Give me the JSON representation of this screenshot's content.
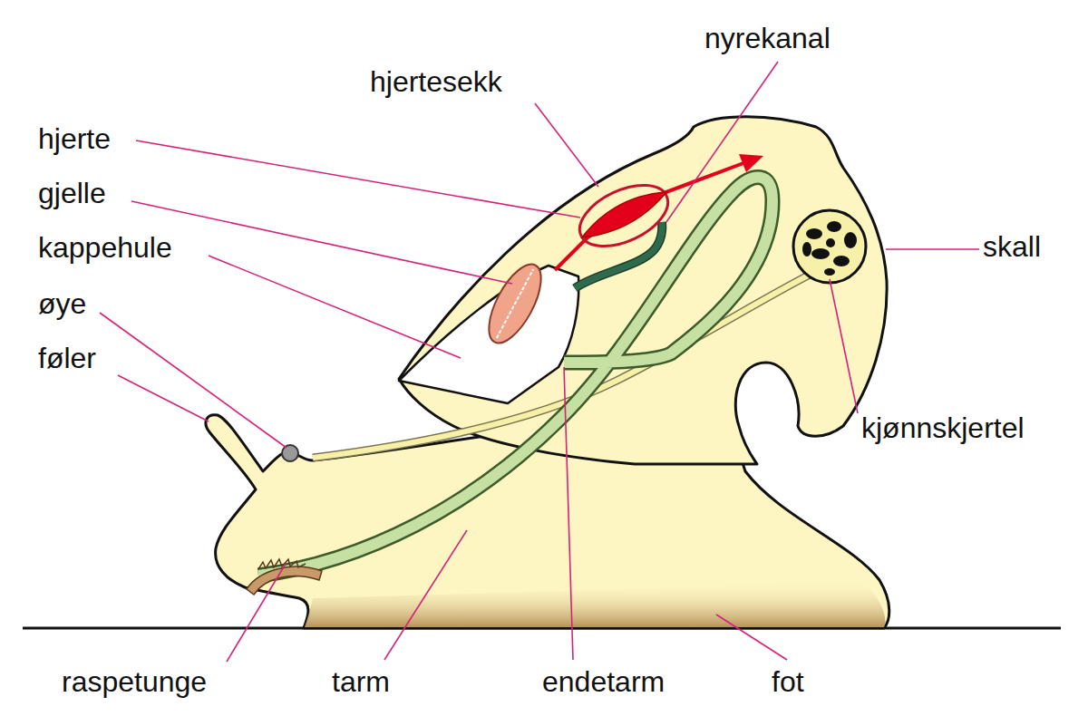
{
  "diagram": {
    "labels": [
      "nyrekanal",
      "hjertesekk",
      "hjerte",
      "gjelle",
      "kappehule",
      "øye",
      "føler",
      "skall",
      "kjønnskjertel",
      "raspetunge",
      "tarm",
      "endetarm",
      "fot"
    ]
  }
}
